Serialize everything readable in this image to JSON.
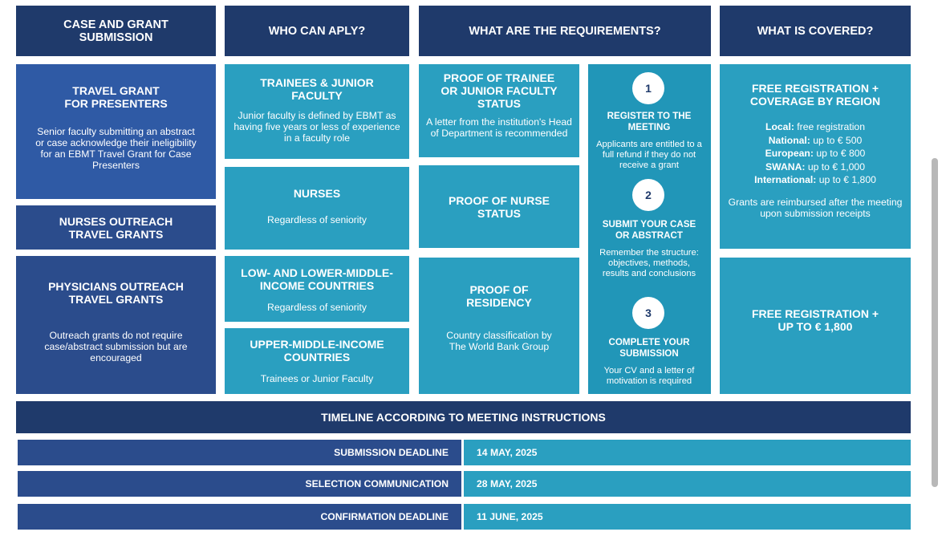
{
  "headers": {
    "submission": "CASE AND GRANT\nSUBMISSION",
    "who": "WHO CAN APLY?",
    "requirements": "WHAT ARE THE REQUIREMENTS?",
    "covered": "WHAT IS COVERED?"
  },
  "submission": {
    "travel_grant_title": "TRAVEL GRANT\nFOR PRESENTERS",
    "travel_grant_text": "Senior faculty submitting an abstract or case acknowledge their ineligibility for an EBMT Travel Grant for Case Presenters",
    "nurses_outreach": "NURSES OUTREACH\nTRAVEL GRANTS",
    "physicians_title": "PHYSICIANS OUTREACH\nTRAVEL GRANTS",
    "physicians_text": "Outreach grants do not require case/abstract submission but are encouraged"
  },
  "who": {
    "trainees_title": "TRAINEES & JUNIOR\nFACULTY",
    "trainees_text": "Junior faculty is defined by EBMT as having five years or less of experience in a faculty role",
    "nurses_title": "NURSES",
    "nurses_text": "Regardless of seniority",
    "lmic_title": "LOW- AND LOWER-MIDDLE-\nINCOME COUNTRIES",
    "lmic_text": "Regardless of seniority",
    "umic_title": "UPPER-MIDDLE-INCOME\nCOUNTRIES",
    "umic_text": "Trainees or Junior Faculty"
  },
  "requirements": {
    "proof_trainee_title": "PROOF OF TRAINEE\nOR JUNIOR FACULTY\nSTATUS",
    "proof_trainee_text": "A letter from the institution's Head of Department is recommended",
    "proof_nurse_title": "PROOF OF NURSE\nSTATUS",
    "proof_residency_title": "PROOF OF\nRESIDENCY",
    "proof_residency_text": "Country classification by The World Bank Group",
    "steps": [
      {
        "num": "1",
        "title": "REGISTER TO THE\nMEETING",
        "text": "Applicants are entitled to a full refund if they do not receive a grant"
      },
      {
        "num": "2",
        "title": "SUBMIT YOUR CASE\nOR ABSTRACT",
        "text": "Remember the structure: objectives, methods, results and conclusions"
      },
      {
        "num": "3",
        "title": "COMPLETE YOUR\nSUBMISSION",
        "text": "Your CV and a letter of motivation is required"
      }
    ]
  },
  "covered": {
    "region_title": "FREE REGISTRATION +\nCOVERAGE BY REGION",
    "regions": [
      {
        "label": "Local:",
        "value": " free registration"
      },
      {
        "label": "National:",
        "value": " up to € 500"
      },
      {
        "label": "European:",
        "value": " up to € 800"
      },
      {
        "label": "SWANA:",
        "value": " up to € 1,000"
      },
      {
        "label": "International:",
        "value": " up to € 1,800"
      }
    ],
    "reimburse_text": "Grants are reimbursed after the meeting upon submission receipts",
    "outreach_title": "FREE REGISTRATION +\nUP TO € 1,800"
  },
  "timeline": {
    "title": "TIMELINE ACCORDING TO MEETING INSTRUCTIONS",
    "rows": [
      {
        "label": "SUBMISSION DEADLINE",
        "value": "14 MAY, 2025"
      },
      {
        "label": "SELECTION COMMUNICATION",
        "value": "28 MAY, 2025"
      },
      {
        "label": "CONFIRMATION DEADLINE",
        "value": "11 JUNE, 2025"
      }
    ]
  }
}
